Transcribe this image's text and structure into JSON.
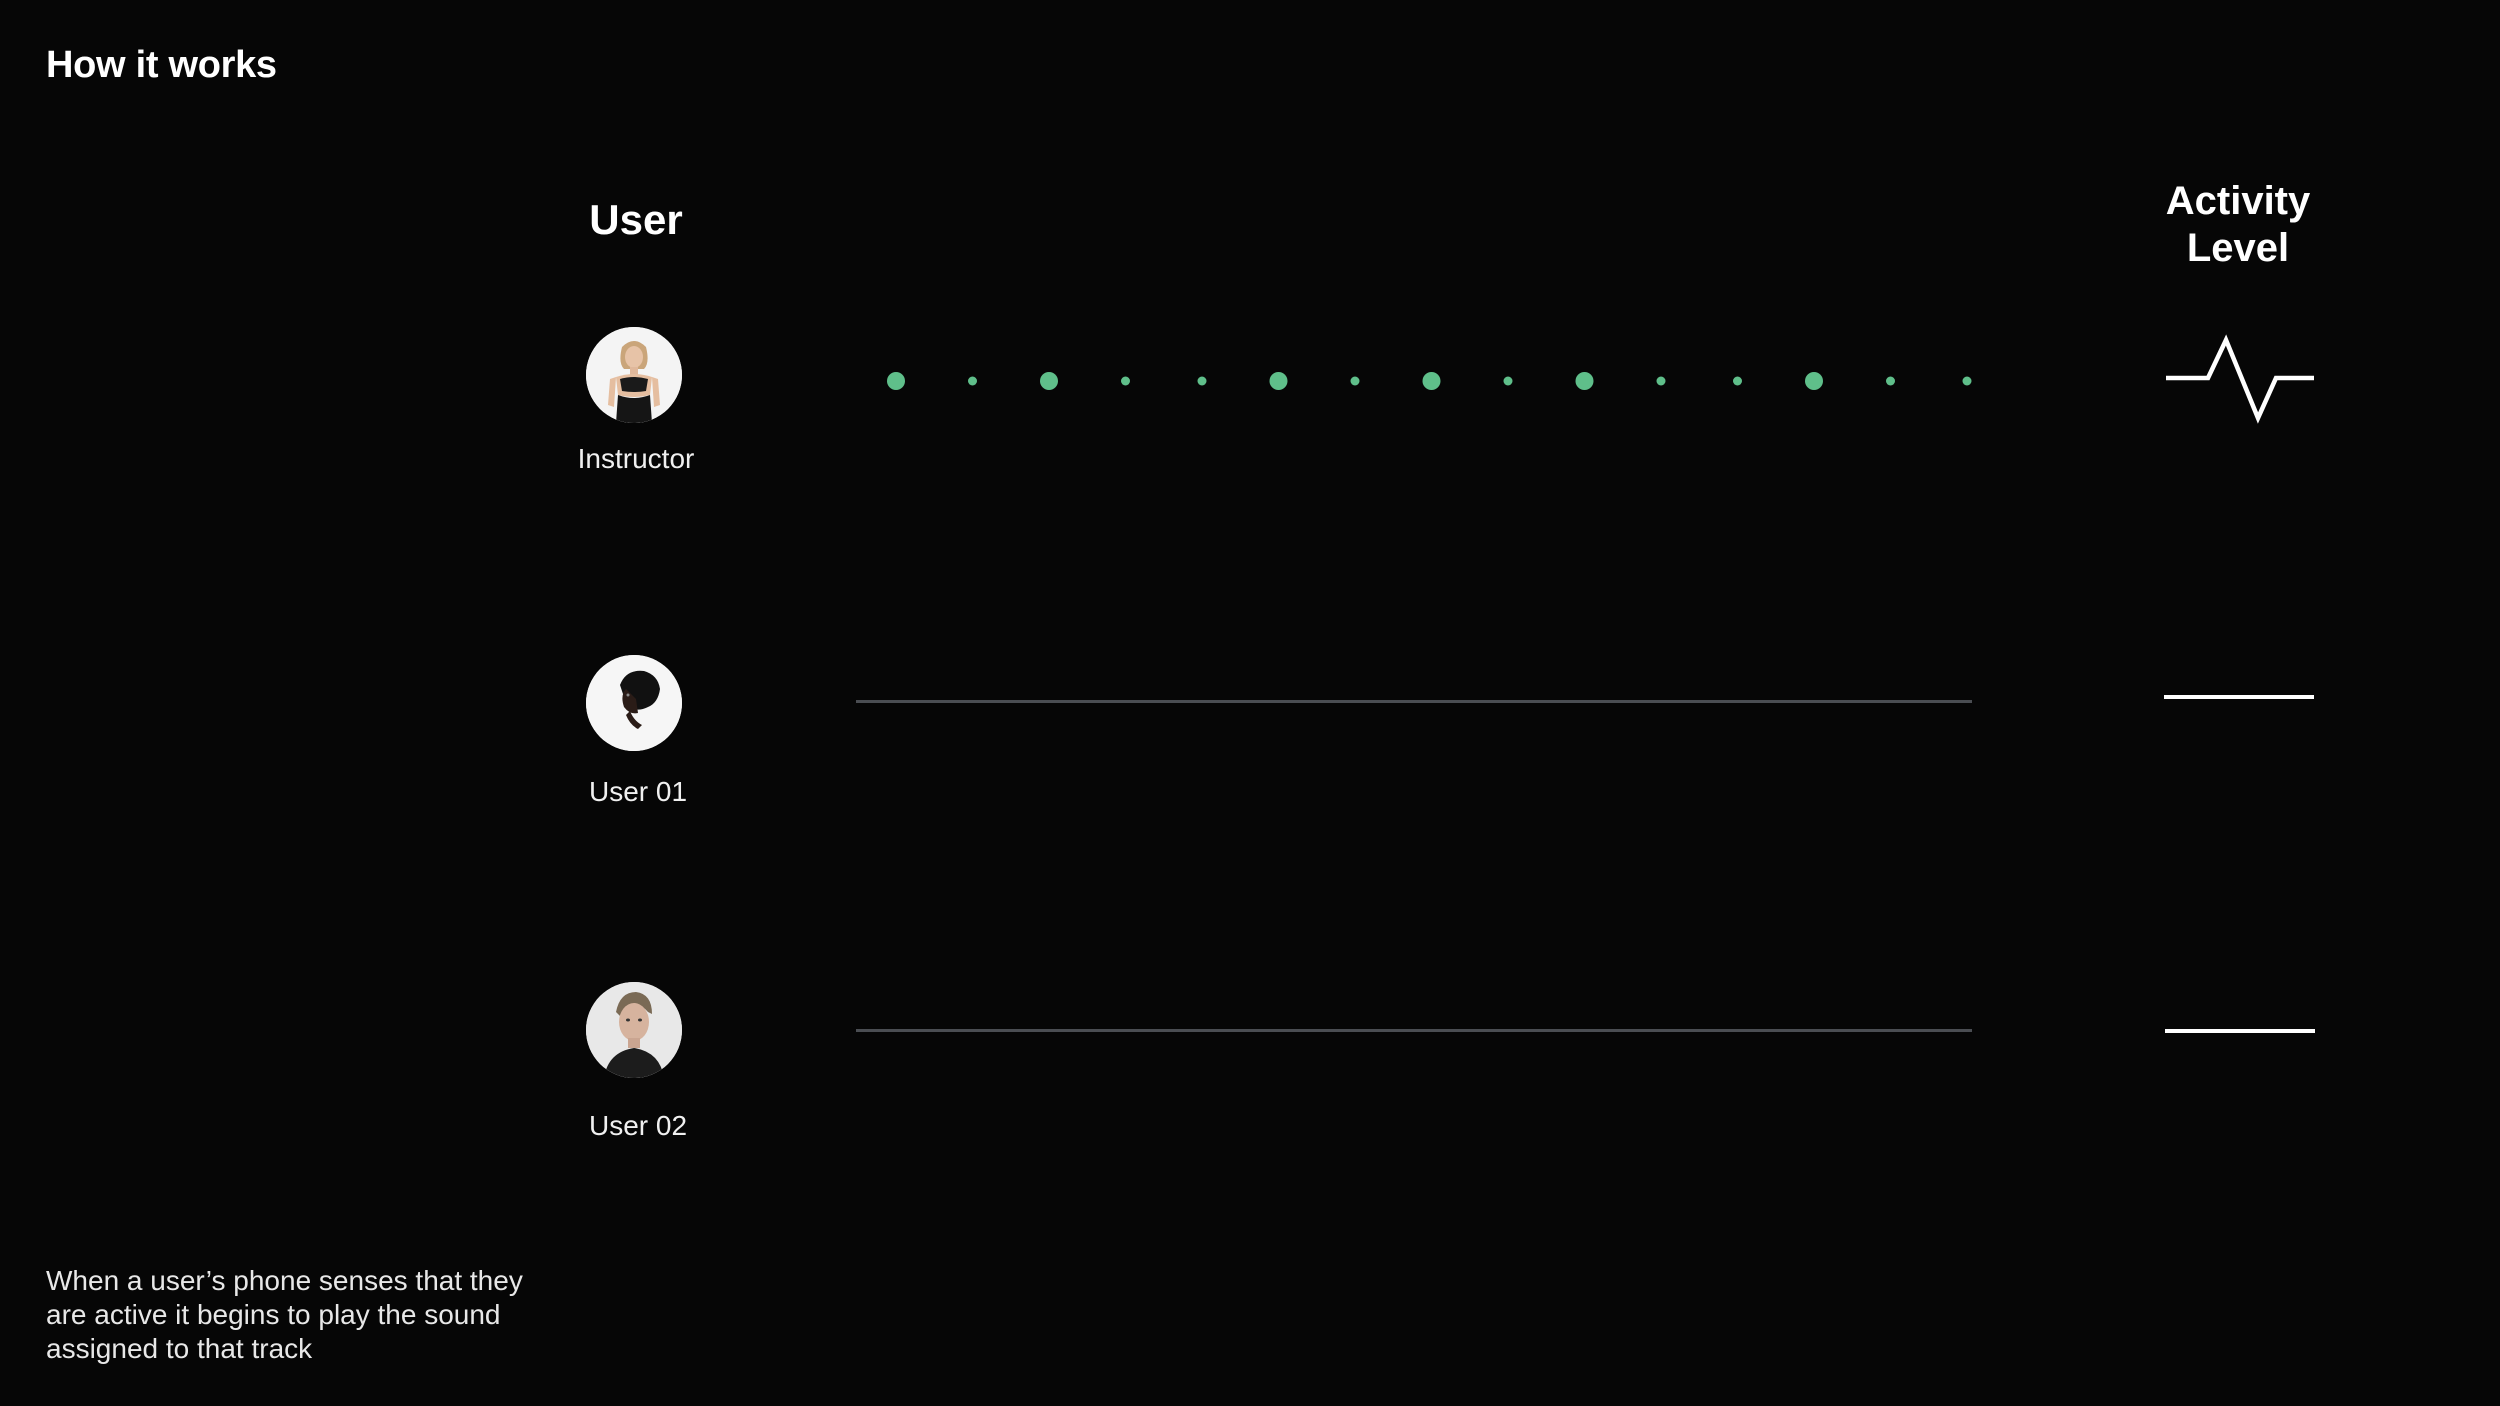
{
  "page": {
    "title": "How it works"
  },
  "columns": {
    "user": "User",
    "activity_level_line1": "Activity",
    "activity_level_line2": "Level"
  },
  "rows": [
    {
      "label": "Instructor",
      "avatar_icon": "instructor-avatar",
      "track_state": "active",
      "activity_icon": "pulse-icon"
    },
    {
      "label": "User 01",
      "avatar_icon": "user-01-avatar",
      "track_state": "inactive",
      "activity_icon": "flat-line-icon"
    },
    {
      "label": "User 02",
      "avatar_icon": "user-02-avatar",
      "track_state": "inactive",
      "activity_icon": "flat-line-icon"
    }
  ],
  "instructor_track": {
    "beats": [
      "large",
      "small",
      "large",
      "small",
      "small",
      "large",
      "small",
      "large",
      "small",
      "large",
      "small",
      "small",
      "large",
      "small",
      "small"
    ]
  },
  "colors": {
    "background": "#060606",
    "beat_dot": "#5fbf8a",
    "idle_track": "#4a4d52",
    "activity": "#ffffff"
  },
  "footnote": "When a user’s phone senses that they are active it begins to play the sound assigned to that track"
}
